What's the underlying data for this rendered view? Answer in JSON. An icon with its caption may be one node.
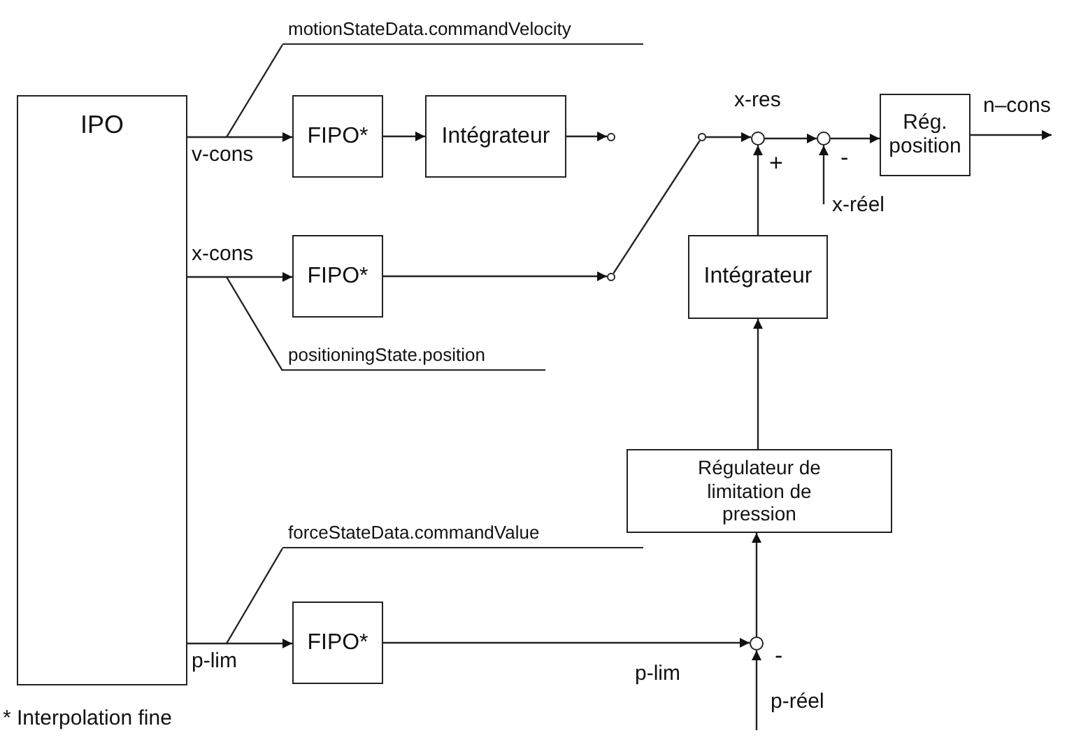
{
  "diagram": {
    "nodes": [
      {
        "text": [
          "IPO"
        ]
      },
      {
        "text": [
          "FIPO*"
        ]
      },
      {
        "text": [
          "Intégrateur"
        ]
      },
      {
        "text": [],
        "shape": "circle"
      },
      {
        "text": [
          "FIPO*"
        ]
      },
      {
        "text": [],
        "shape": "circle"
      },
      {
        "text": [],
        "shape": "circle"
      },
      {
        "text": [],
        "shape": "circle"
      },
      {
        "text": [],
        "shape": "circle"
      },
      {
        "text": [
          "Rég. position"
        ]
      },
      {
        "text": [
          "Intégrateur"
        ]
      },
      {
        "text": [
          "Régulateur de limitation de pression"
        ]
      },
      {
        "text": [
          "FIPO*"
        ]
      },
      {
        "text": [],
        "shape": "circle"
      },
      {
        "text": [
          "motionStateData.commandVelocity"
        ]
      },
      {
        "text": [
          "positioningState.position"
        ]
      },
      {
        "text": [
          "forceStateData.commandValue"
        ]
      }
    ],
    "edges": [
      {
        "from": 0,
        "to": 1,
        "arrow": "to",
        "label": "v-cons"
      },
      {
        "from": 1,
        "to": 2,
        "arrow": "to"
      },
      {
        "from": 2,
        "to": 3,
        "arrow": "to"
      },
      {
        "from": 0,
        "to": 4,
        "arrow": "to",
        "label": "x-cons"
      },
      {
        "from": 4,
        "to": 5,
        "arrow": "to"
      },
      {
        "from": 5,
        "to": 6,
        "arrow": "none"
      },
      {
        "from": 6,
        "to": 7,
        "arrow": "to"
      },
      {
        "from": 7,
        "to": 8,
        "arrow": "to"
      },
      {
        "from": 8,
        "to": 9,
        "arrow": "to"
      },
      {
        "from": 9,
        "to": null,
        "arrow": "to",
        "label": "n–cons"
      },
      {
        "from": null,
        "to": 8,
        "arrow": "to",
        "label": "x-réel"
      },
      {
        "from": 10,
        "to": 7,
        "arrow": "to"
      },
      {
        "from": 11,
        "to": 10,
        "arrow": "to"
      },
      {
        "from": 0,
        "to": 12,
        "arrow": "to",
        "label": "p-lim"
      },
      {
        "from": 12,
        "to": 13,
        "arrow": "to",
        "label": "p-lim"
      },
      {
        "from": null,
        "to": 13,
        "arrow": "to",
        "label": "p-réel"
      },
      {
        "from": 13,
        "to": 11,
        "arrow": "to"
      },
      {
        "from": 14,
        "to": null,
        "arrow": "none"
      },
      {
        "from": 15,
        "to": null,
        "arrow": "none"
      },
      {
        "from": 16,
        "to": null,
        "arrow": "none"
      }
    ],
    "labels": [
      "x-res",
      "+",
      "-",
      "-",
      "* Interpolation fine"
    ]
  }
}
